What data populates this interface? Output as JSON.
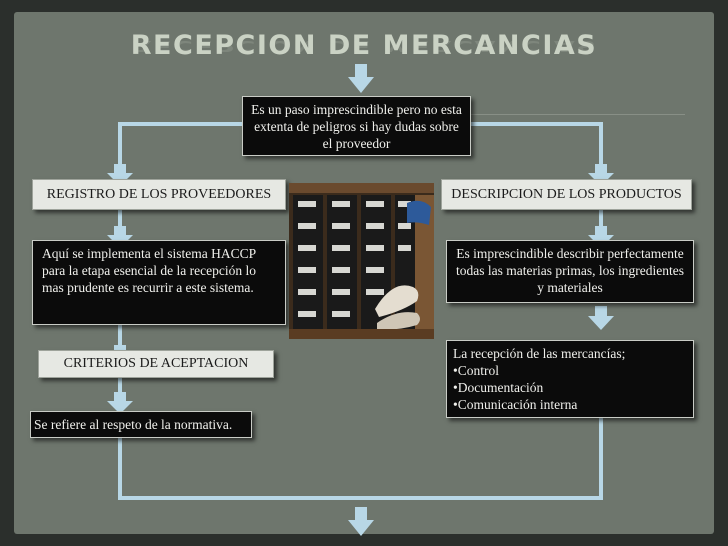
{
  "title": "RECEPCION DE MERCANCIAS",
  "intro": "Es un paso imprescindible pero no esta extenta de peligros si hay dudas sobre el proveedor",
  "left": {
    "heading": "REGISTRO DE LOS PROVEEDORES",
    "description": "Aquí se implementa el sistema HACCP para la etapa esencial de la recepción lo mas prudente es recurrir a este sistema.",
    "criteria_heading": "CRITERIOS DE ACEPTACION",
    "criteria_text": "Se refiere al respeto de la normativa."
  },
  "right": {
    "heading": "DESCRIPCION DE LOS PRODUCTOS",
    "description": "Es imprescindible describir perfectamente todas las materias primas, los ingredientes y materiales",
    "list_title": "La recepción de las mercancías;",
    "items": [
      "•Control",
      "•Documentación",
      "•Comunicación interna"
    ]
  },
  "colors": {
    "background": "#6e766d",
    "connector": "#b8d7e6",
    "title": "#cad2c4"
  },
  "icons": [
    "arrow-down-icon"
  ]
}
